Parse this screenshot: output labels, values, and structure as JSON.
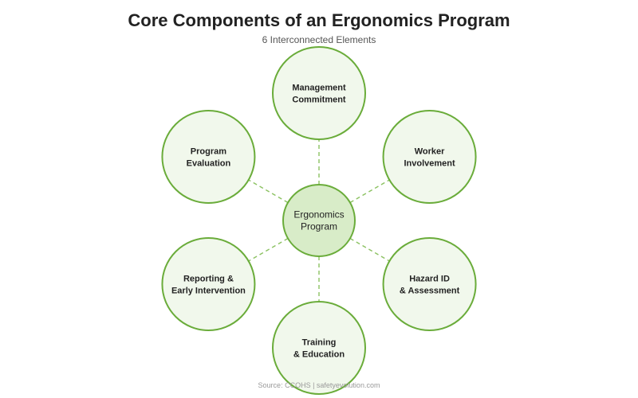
{
  "header": {
    "title": "Core Components of an Ergonomics Program",
    "subtitle": "6 Interconnected Elements"
  },
  "diagram": {
    "center": {
      "lines": [
        "Ergonomics",
        "Program"
      ]
    },
    "nodes": [
      {
        "id": "management-commitment",
        "lines": [
          "Management",
          "Commitment"
        ]
      },
      {
        "id": "worker-involvement",
        "lines": [
          "Worker",
          "Involvement"
        ]
      },
      {
        "id": "hazard-id-assessment",
        "lines": [
          "Hazard ID",
          "& Assessment"
        ]
      },
      {
        "id": "training-education",
        "lines": [
          "Training",
          "& Education"
        ]
      },
      {
        "id": "reporting-early-intervention",
        "lines": [
          "Reporting &",
          "Early Intervention"
        ]
      },
      {
        "id": "program-evaluation",
        "lines": [
          "Program",
          "Evaluation"
        ]
      }
    ],
    "colors": {
      "stroke": "#6aac3a",
      "node_fill": "#f1f8ec",
      "center_fill": "#d8ecc8",
      "connector": "#8cc262"
    }
  },
  "footer": {
    "source": "Source: CCOHS | safetyevolution.com"
  }
}
